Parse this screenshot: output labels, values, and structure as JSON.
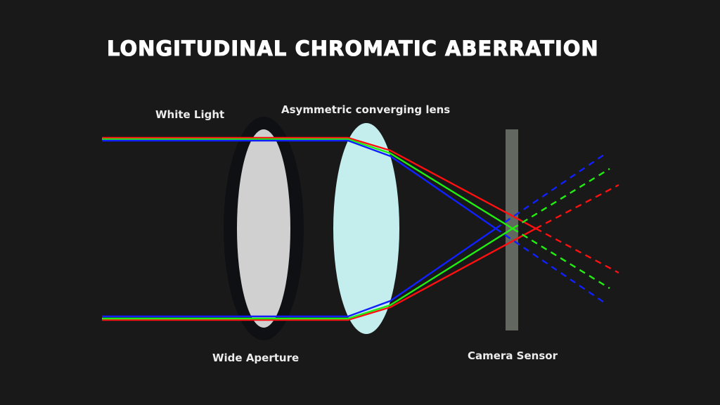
{
  "title": "Longitudinal Chromatic Aberration",
  "labels": {
    "white_light": "White Light",
    "lens": "Asymmetric converging lens",
    "aperture": "Wide Aperture",
    "sensor": "Camera Sensor"
  },
  "colors": {
    "background": "#191919",
    "red": "#ff1010",
    "green": "#22ee11",
    "blue": "#1020ff",
    "lens": "#c4eeee",
    "aperture_ring": "#0e1014",
    "aperture_glass": "#d0d0d0",
    "sensor": "#62685f"
  }
}
